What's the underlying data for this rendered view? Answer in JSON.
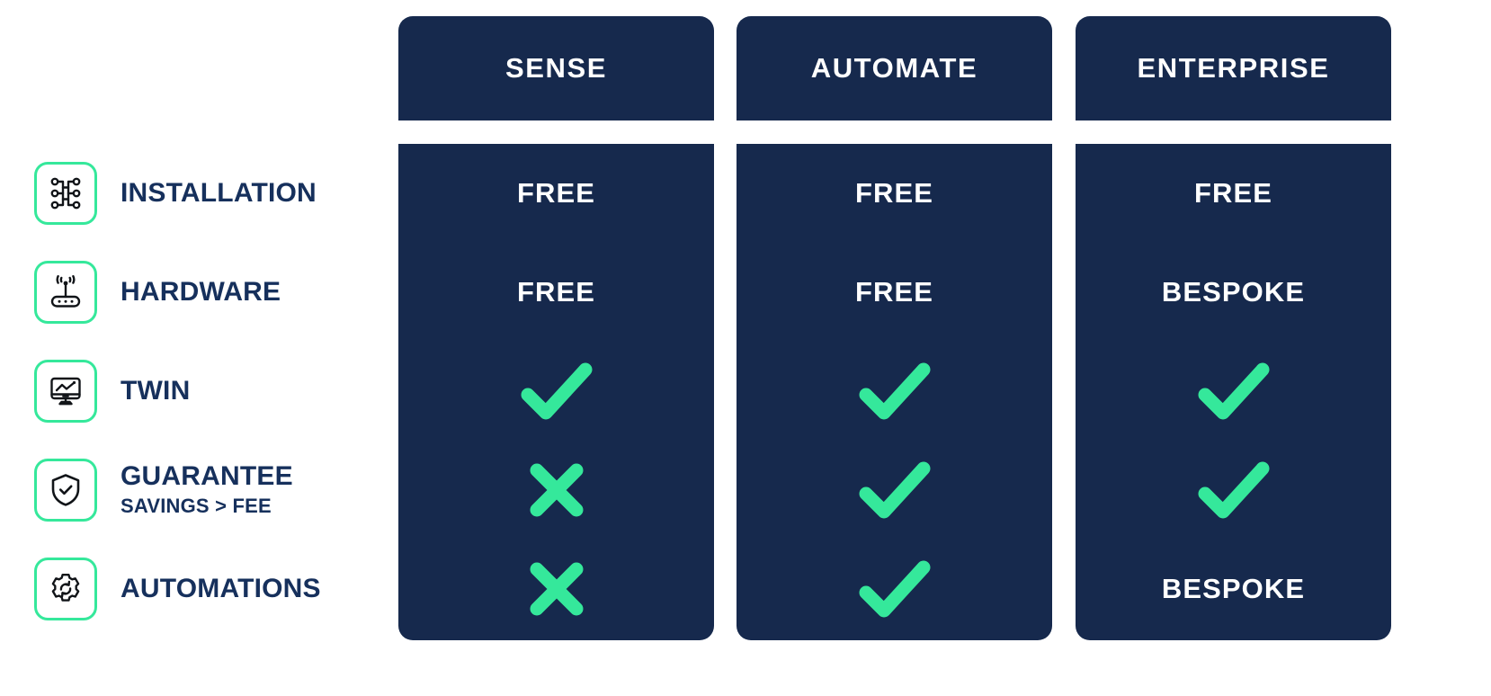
{
  "theme": {
    "background": "#ffffff",
    "panel_navy": "#16294d",
    "accent_green": "#35e89b",
    "label_navy": "#16305c",
    "divider_gray": "#f4f5f7",
    "text_white": "#ffffff"
  },
  "plans": [
    {
      "name": "SENSE"
    },
    {
      "name": "AUTOMATE"
    },
    {
      "name": "ENTERPRISE"
    }
  ],
  "features": [
    {
      "icon": "network-nodes-icon",
      "title": "INSTALLATION",
      "subtitle": "",
      "values": [
        {
          "kind": "text",
          "text": "FREE"
        },
        {
          "kind": "text",
          "text": "FREE"
        },
        {
          "kind": "text",
          "text": "FREE"
        }
      ]
    },
    {
      "icon": "router-wifi-icon",
      "title": "HARDWARE",
      "subtitle": "",
      "values": [
        {
          "kind": "text",
          "text": "FREE"
        },
        {
          "kind": "text",
          "text": "FREE"
        },
        {
          "kind": "text",
          "text": "BESPOKE"
        }
      ]
    },
    {
      "icon": "monitor-chart-icon",
      "title": "TWIN",
      "subtitle": "",
      "values": [
        {
          "kind": "check",
          "text": ""
        },
        {
          "kind": "check",
          "text": ""
        },
        {
          "kind": "check",
          "text": ""
        }
      ]
    },
    {
      "icon": "shield-check-icon",
      "title": "GUARANTEE",
      "subtitle": "SAVINGS > FEE",
      "values": [
        {
          "kind": "cross",
          "text": ""
        },
        {
          "kind": "check",
          "text": ""
        },
        {
          "kind": "check",
          "text": ""
        }
      ]
    },
    {
      "icon": "gear-refresh-icon",
      "title": "AUTOMATIONS",
      "subtitle": "",
      "values": [
        {
          "kind": "cross",
          "text": ""
        },
        {
          "kind": "check",
          "text": ""
        },
        {
          "kind": "text",
          "text": "BESPOKE"
        }
      ]
    }
  ]
}
